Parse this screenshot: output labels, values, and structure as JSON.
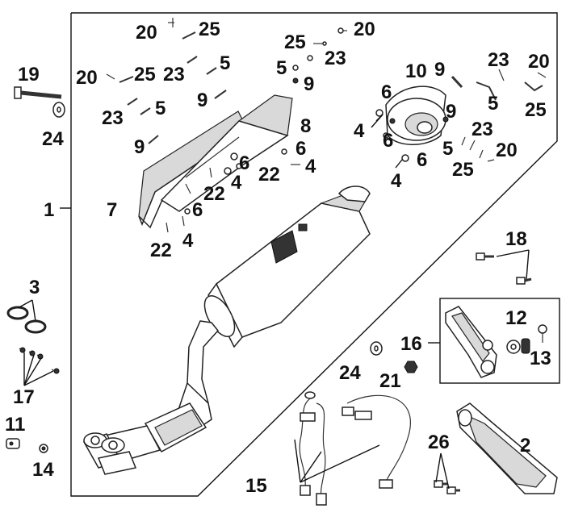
{
  "diagram": {
    "labels": [
      {
        "id": "l20a",
        "text": "20"
      },
      {
        "id": "l25a",
        "text": "25"
      },
      {
        "id": "l25b",
        "text": "25"
      },
      {
        "id": "l20b",
        "text": "20"
      },
      {
        "id": "l23a",
        "text": "23"
      },
      {
        "id": "l5a",
        "text": "5"
      },
      {
        "id": "l9a",
        "text": "9"
      },
      {
        "id": "l20c",
        "text": "20"
      },
      {
        "id": "l25c",
        "text": "25"
      },
      {
        "id": "l23b",
        "text": "23"
      },
      {
        "id": "l5b",
        "text": "5"
      },
      {
        "id": "l19",
        "text": "19"
      },
      {
        "id": "l24a",
        "text": "24"
      },
      {
        "id": "l23c",
        "text": "23"
      },
      {
        "id": "l5c",
        "text": "5"
      },
      {
        "id": "l9b",
        "text": "9"
      },
      {
        "id": "l9c",
        "text": "9"
      },
      {
        "id": "l8",
        "text": "8"
      },
      {
        "id": "l10",
        "text": "10"
      },
      {
        "id": "l6a",
        "text": "6"
      },
      {
        "id": "l9d",
        "text": "9"
      },
      {
        "id": "l23d",
        "text": "23"
      },
      {
        "id": "l20d",
        "text": "20"
      },
      {
        "id": "l5d",
        "text": "5"
      },
      {
        "id": "l25d",
        "text": "25"
      },
      {
        "id": "l9e",
        "text": "9"
      },
      {
        "id": "l4a",
        "text": "4"
      },
      {
        "id": "l6b",
        "text": "6"
      },
      {
        "id": "l23e",
        "text": "23"
      },
      {
        "id": "l5e",
        "text": "5"
      },
      {
        "id": "l20e",
        "text": "20"
      },
      {
        "id": "l25e",
        "text": "25"
      },
      {
        "id": "l6c",
        "text": "6"
      },
      {
        "id": "l4b",
        "text": "4"
      },
      {
        "id": "l6d",
        "text": "6"
      },
      {
        "id": "l22a",
        "text": "22"
      },
      {
        "id": "l4c",
        "text": "4"
      },
      {
        "id": "l6e",
        "text": "6"
      },
      {
        "id": "l22b",
        "text": "22"
      },
      {
        "id": "l4d",
        "text": "4"
      },
      {
        "id": "l1",
        "text": "1"
      },
      {
        "id": "l7",
        "text": "7"
      },
      {
        "id": "l6f",
        "text": "6"
      },
      {
        "id": "l22c",
        "text": "22"
      },
      {
        "id": "l4e",
        "text": "4"
      },
      {
        "id": "l18",
        "text": "18"
      },
      {
        "id": "l3",
        "text": "3"
      },
      {
        "id": "l16",
        "text": "16"
      },
      {
        "id": "l12",
        "text": "12"
      },
      {
        "id": "l13",
        "text": "13"
      },
      {
        "id": "l24b",
        "text": "24"
      },
      {
        "id": "l21",
        "text": "21"
      },
      {
        "id": "l17",
        "text": "17"
      },
      {
        "id": "l11",
        "text": "11"
      },
      {
        "id": "l14",
        "text": "14"
      },
      {
        "id": "l26",
        "text": "26"
      },
      {
        "id": "l2",
        "text": "2"
      },
      {
        "id": "l15",
        "text": "15"
      }
    ]
  }
}
